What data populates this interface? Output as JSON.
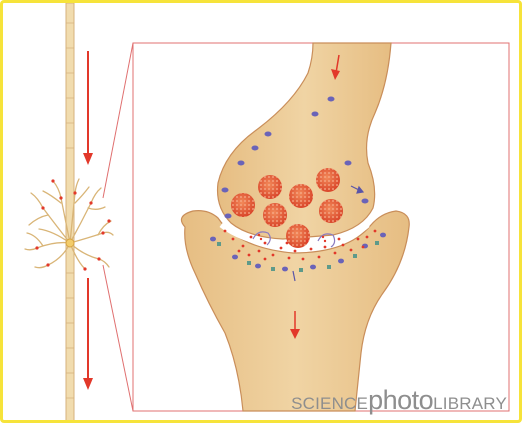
{
  "diagram": {
    "colors": {
      "frame_border": "#f6e33a",
      "neuron_fill": "#eac792",
      "neuron_outline": "#c98e5a",
      "zoom_box": "#e07070",
      "arrow": "#e2382a",
      "vesicle": "#e8562e",
      "receptor": "#6a63b8"
    }
  },
  "watermark": {
    "part1": "SCIENCE",
    "part2": "photo",
    "part3": "LIBRARY"
  }
}
